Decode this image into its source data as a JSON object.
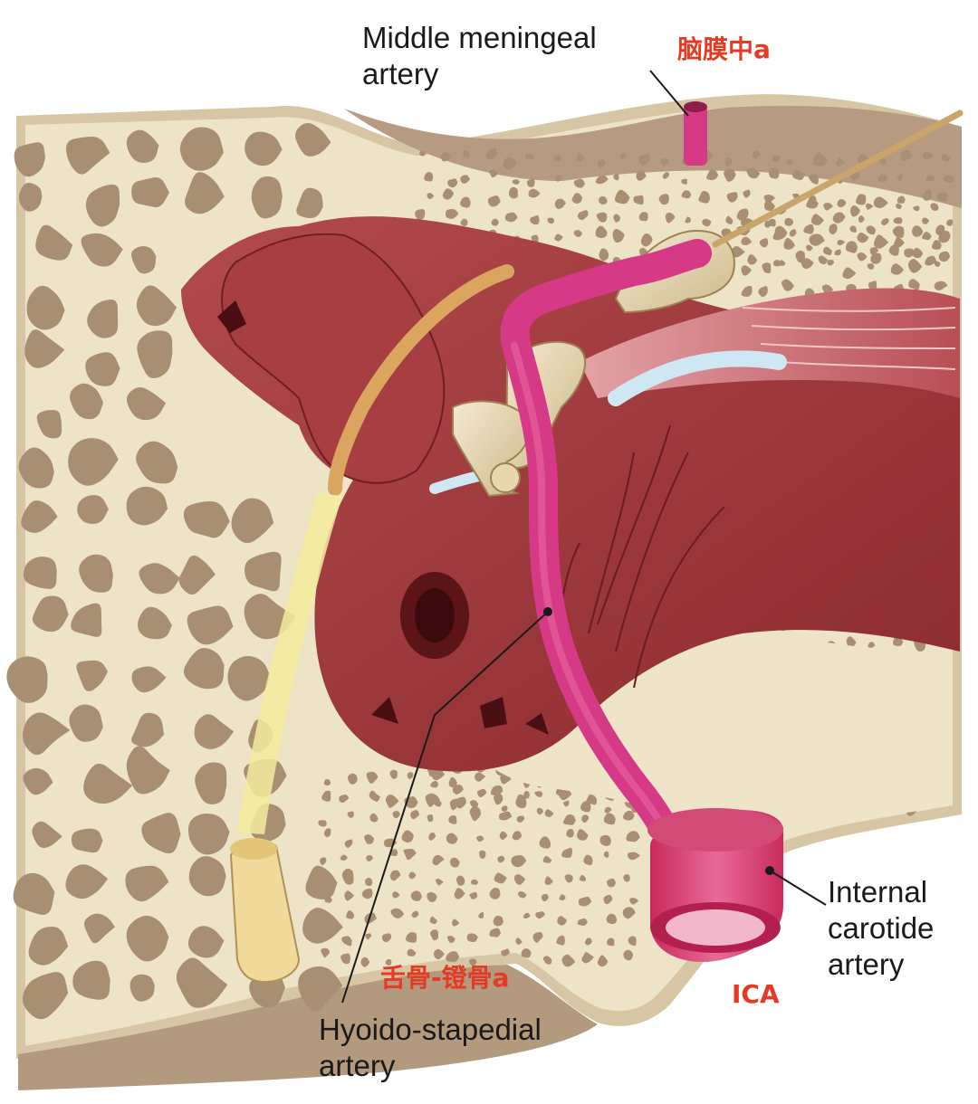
{
  "labels": {
    "middle_meningeal": [
      "Middle meningeal",
      "artery"
    ],
    "middle_meningeal_cn": "脑膜中a",
    "hyoido_stapedial": [
      "Hyoido-stapedial",
      "artery"
    ],
    "hyoido_stapedial_cn": "舌骨-镫骨a",
    "internal_carotid": [
      "Internal",
      "carotide",
      "artery"
    ],
    "ica": "ICA"
  },
  "colors": {
    "bone": "#ede3c6",
    "bone_pore": "#a08c70",
    "cavity": "#9c3438",
    "artery": "#d63a86",
    "annotation_red": "#e53a24",
    "nerve_yellow": "#f3ec9b",
    "ossicle": "#e6d6ae",
    "muscle": "#c8646a",
    "text": "#1a1a1a"
  }
}
